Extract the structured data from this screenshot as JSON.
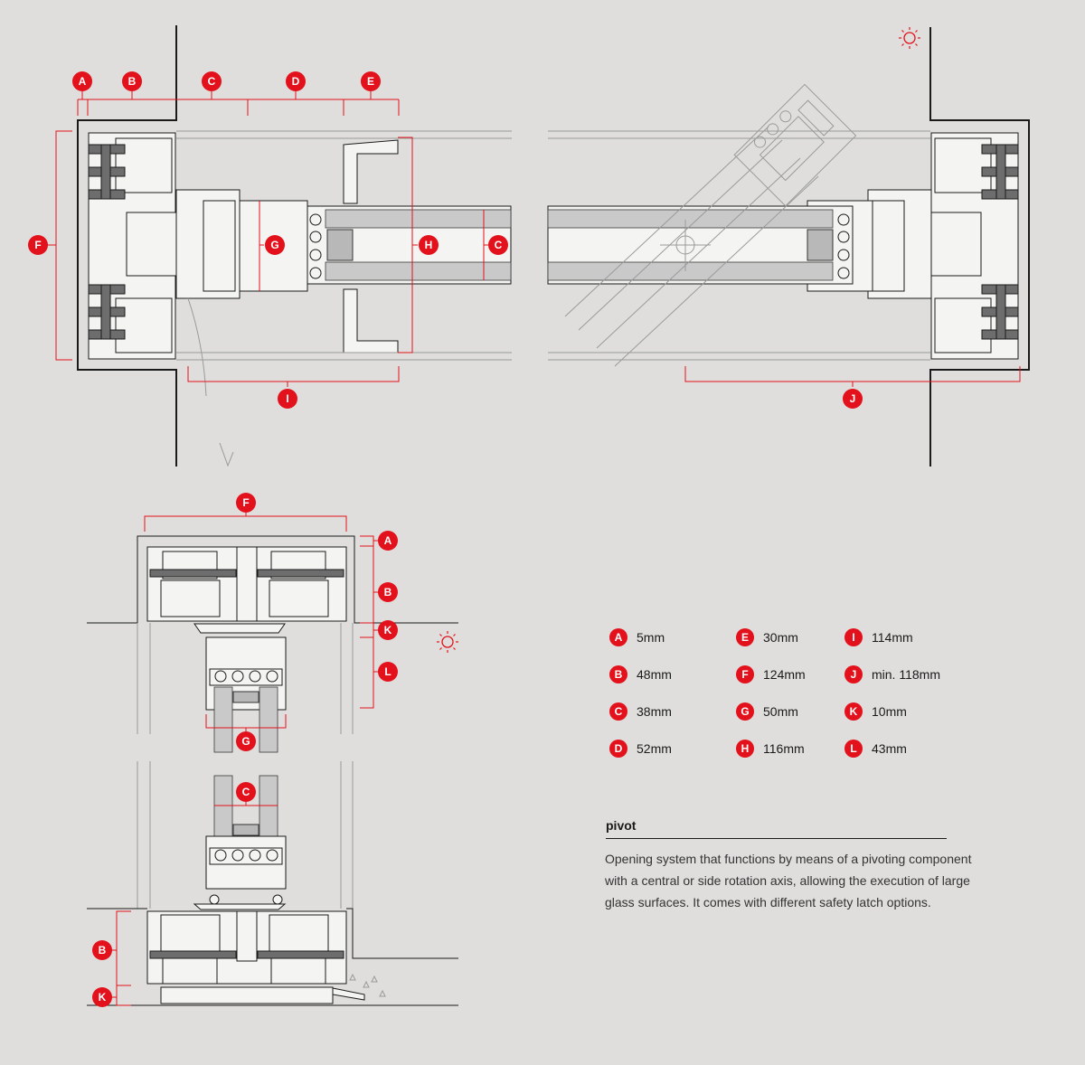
{
  "callout_letters": [
    "A",
    "B",
    "C",
    "D",
    "E",
    "F",
    "G",
    "H",
    "I",
    "J",
    "K",
    "L"
  ],
  "legend": [
    {
      "letter": "A",
      "value": "5mm"
    },
    {
      "letter": "B",
      "value": "48mm"
    },
    {
      "letter": "C",
      "value": "38mm"
    },
    {
      "letter": "D",
      "value": "52mm"
    },
    {
      "letter": "E",
      "value": "30mm"
    },
    {
      "letter": "F",
      "value": "124mm"
    },
    {
      "letter": "G",
      "value": "50mm"
    },
    {
      "letter": "H",
      "value": "116mm"
    },
    {
      "letter": "I",
      "value": "114mm"
    },
    {
      "letter": "J",
      "value": "min. 118mm"
    },
    {
      "letter": "K",
      "value": "10mm"
    },
    {
      "letter": "L",
      "value": "43mm"
    }
  ],
  "description": {
    "title": "pivot",
    "text": "Opening system that functions by means of a pivoting component with a central or side rotation axis, allowing the execution of large glass surfaces. It comes with different safety latch options."
  },
  "icons": [
    "sun-icon",
    "sun-icon"
  ],
  "colors": {
    "accent": "#e3111b",
    "background": "#dfdedc",
    "ink": "#1a1a1a"
  }
}
